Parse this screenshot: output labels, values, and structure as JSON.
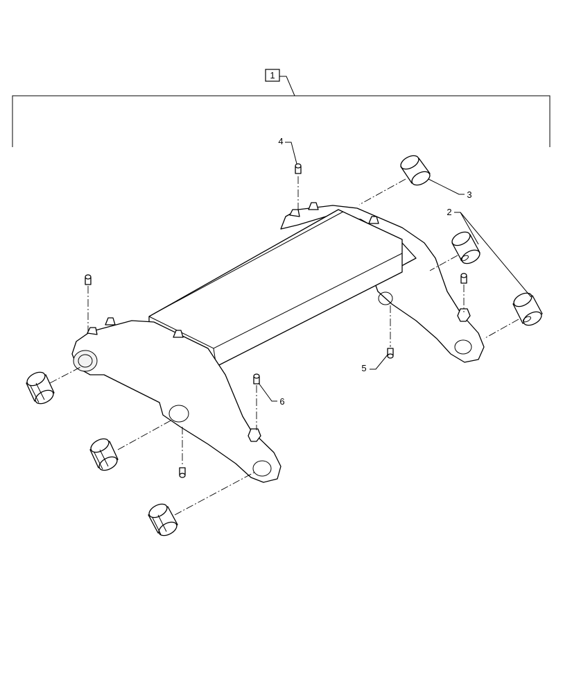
{
  "diagram": {
    "callouts": [
      {
        "id": "assembly",
        "text": "1"
      },
      {
        "id": "bushing-pair",
        "text": "2"
      },
      {
        "id": "bushing-single",
        "text": "3"
      },
      {
        "id": "grease-fitting-top",
        "text": "4"
      },
      {
        "id": "grease-fitting-right",
        "text": "5"
      },
      {
        "id": "grease-fitting-left",
        "text": "6"
      }
    ]
  }
}
